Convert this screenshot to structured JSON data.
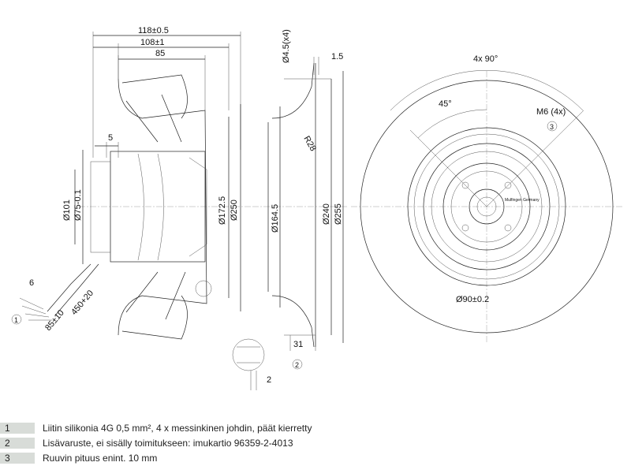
{
  "dimensions": {
    "side": {
      "d118": "118±0.5",
      "d108": "108±1",
      "d85": "85",
      "d5": "5",
      "d101": "Ø101",
      "d75": "Ø75-0.1",
      "d6": "6",
      "d85_10": "85±10",
      "d450": "450+20",
      "d172": "Ø172.5",
      "d250": "Ø250",
      "callout1": "1"
    },
    "profile": {
      "d45x4": "Ø4.5(x4)",
      "d15": "1.5",
      "r28": "R28",
      "d164": "Ø164.5",
      "d240": "Ø240",
      "d255": "Ø255",
      "d31": "31",
      "d2": "2",
      "callout2": "2"
    },
    "front": {
      "angle4x90": "4x 90°",
      "angle45": "45°",
      "m6": "M6 (4x)",
      "callout3": "3",
      "d90": "Ø90±0.2",
      "brand": "Mulfingen Germany"
    }
  },
  "legend": [
    {
      "num": "1",
      "text": "Liitin silikonia 4G 0,5 mm², 4 x messinkinen johdin, päät kierretty"
    },
    {
      "num": "2",
      "text": "Lisävaruste, ei sisälly toimitukseen: imukartio 96359-2-4013"
    },
    {
      "num": "3",
      "text": "Ruuvin pituus enint. 10 mm"
    }
  ]
}
